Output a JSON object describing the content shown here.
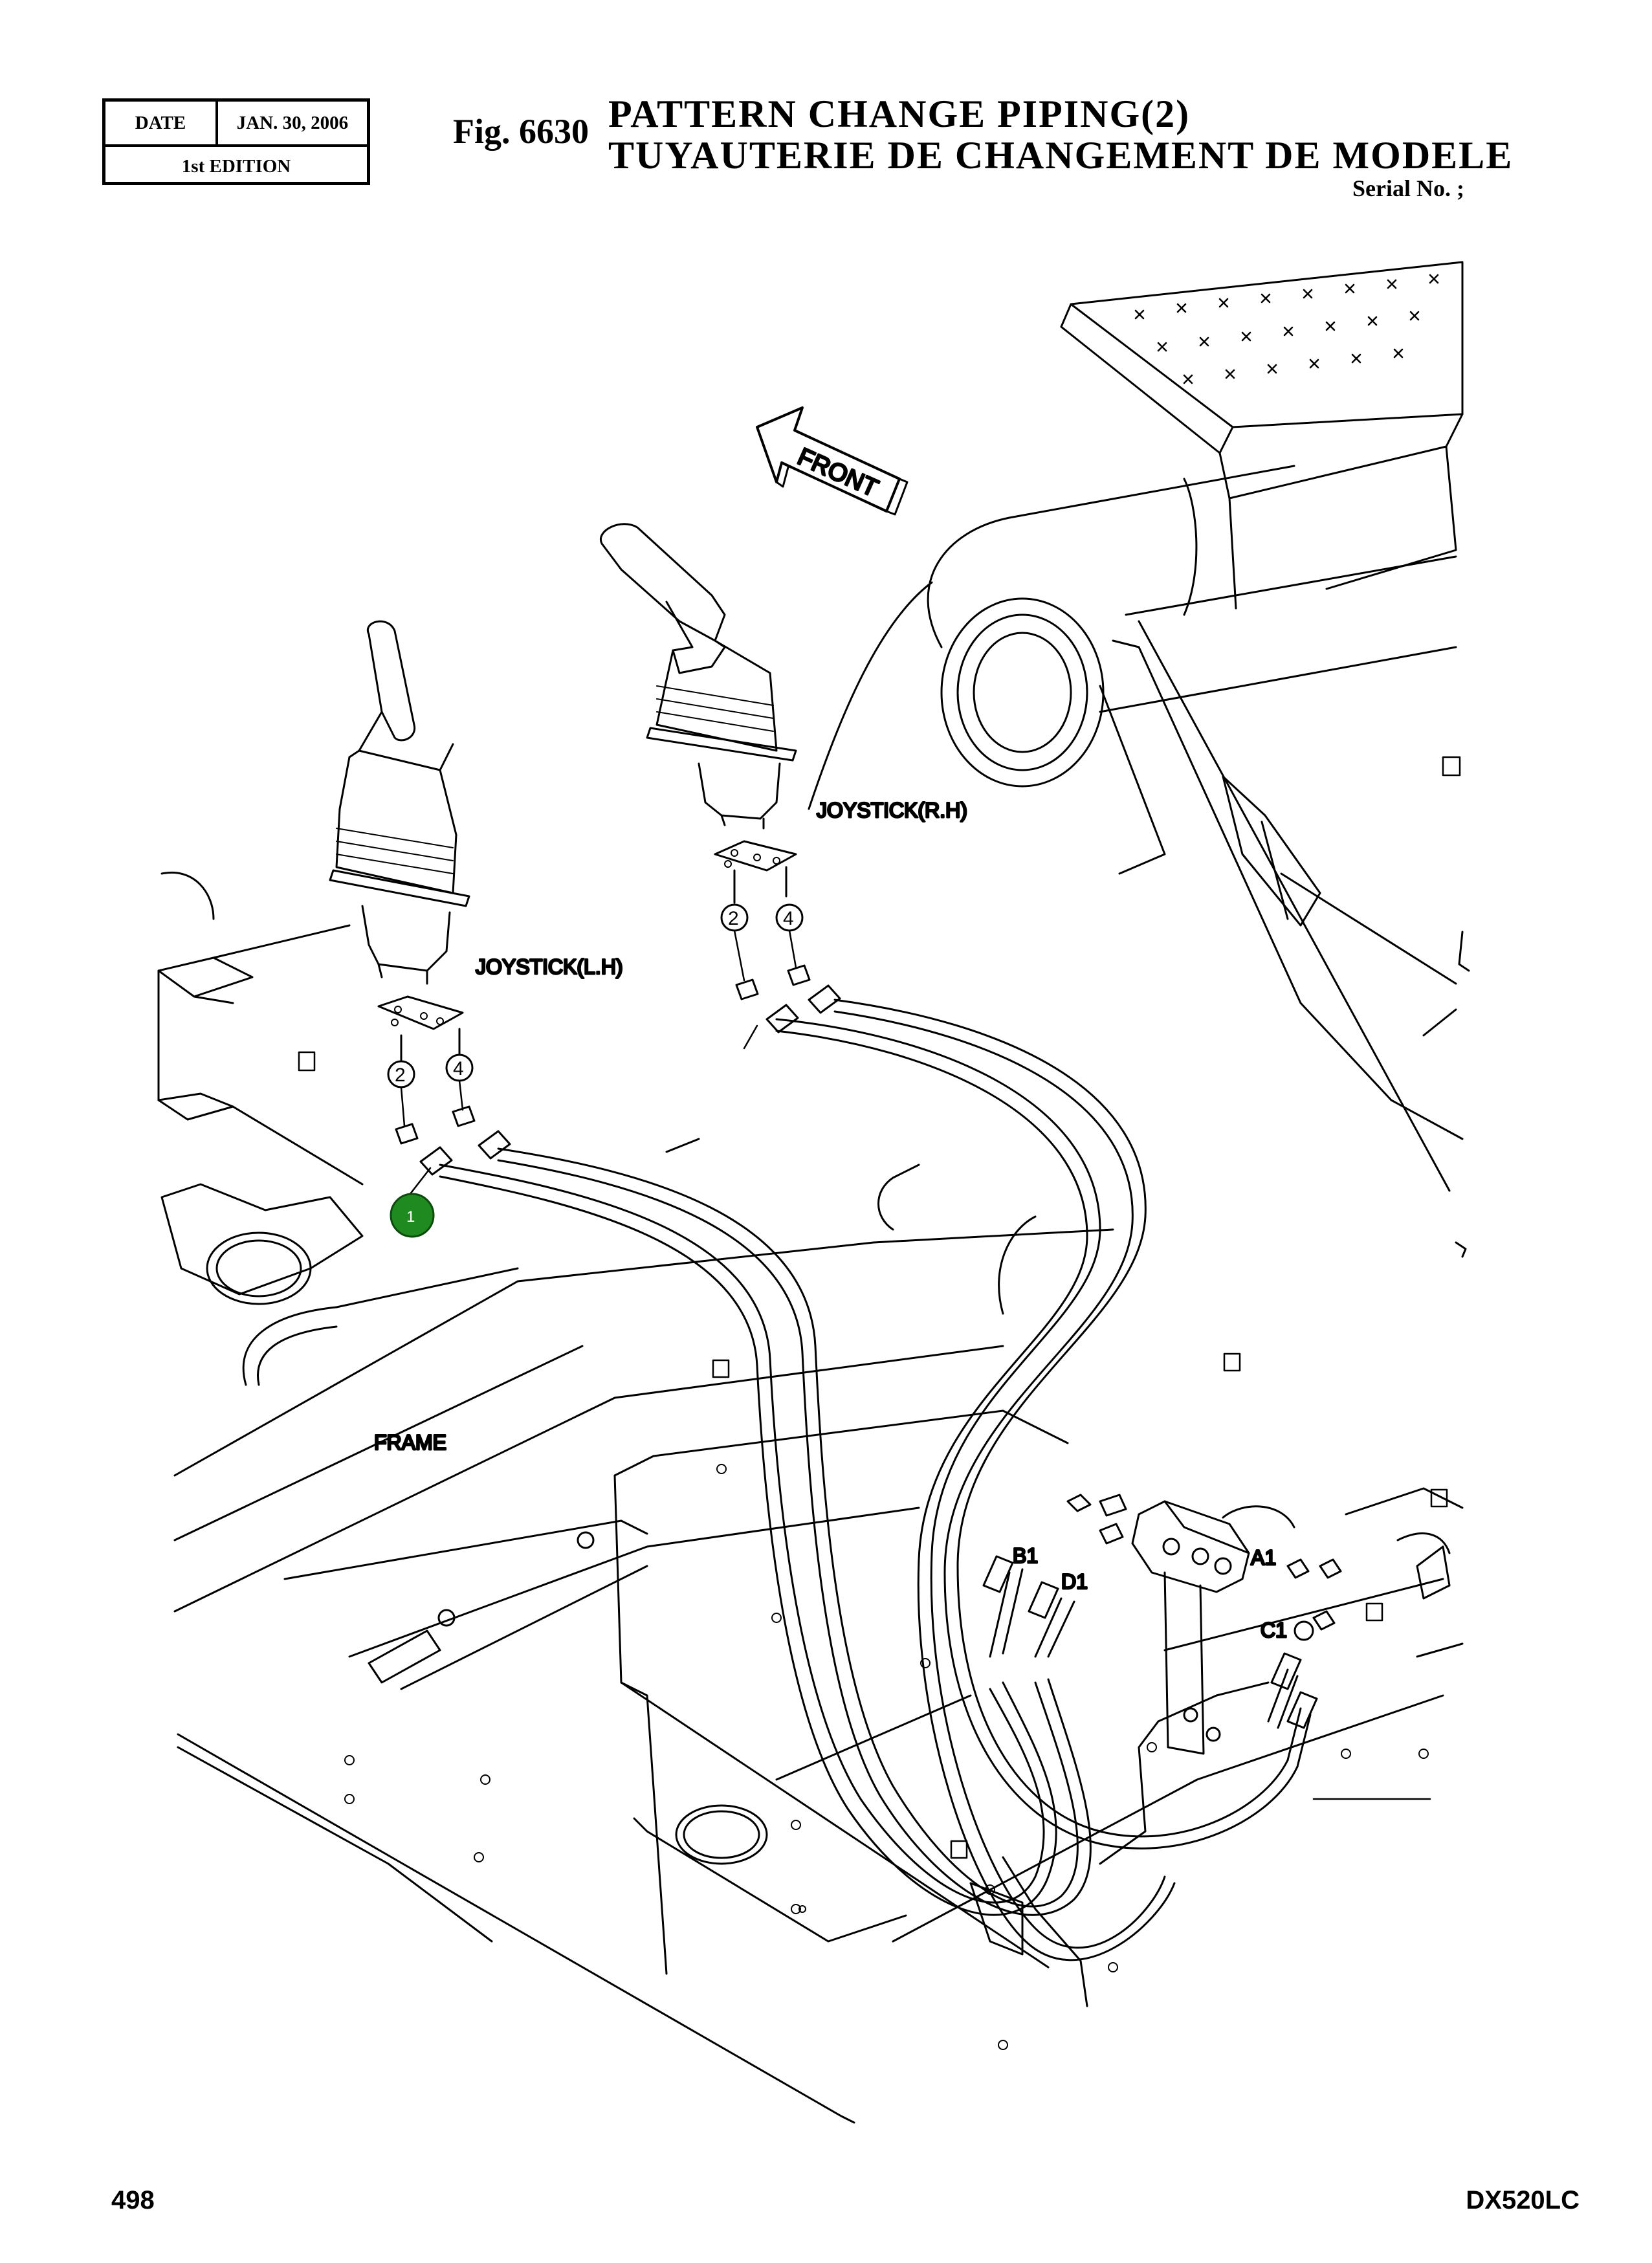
{
  "header": {
    "date_label": "DATE",
    "date_value": "JAN. 30, 2006",
    "edition": "1st EDITION",
    "fig_number": "Fig. 6630",
    "title_en": "PATTERN  CHANGE  PIPING(2)",
    "title_fr": "TUYAUTERIE  DE  CHANGEMENT  DE  MODELE",
    "serial": "Serial No. ;"
  },
  "labels": {
    "front": "FRONT",
    "joystick_rh": "JOYSTICK(R.H)",
    "joystick_lh": "JOYSTICK(L.H)",
    "frame": "FRAME",
    "port_b1": "B1",
    "port_d1": "D1",
    "port_a1": "A1",
    "port_c1": "C1",
    "rh_callout_2": "2",
    "rh_callout_4": "4",
    "lh_callout_2": "2",
    "lh_callout_4": "4",
    "item_1": "1"
  },
  "colors": {
    "line": "#000000",
    "item_marker": "#1f8a1f"
  },
  "footer": {
    "page": "498",
    "model": "DX520LC"
  }
}
